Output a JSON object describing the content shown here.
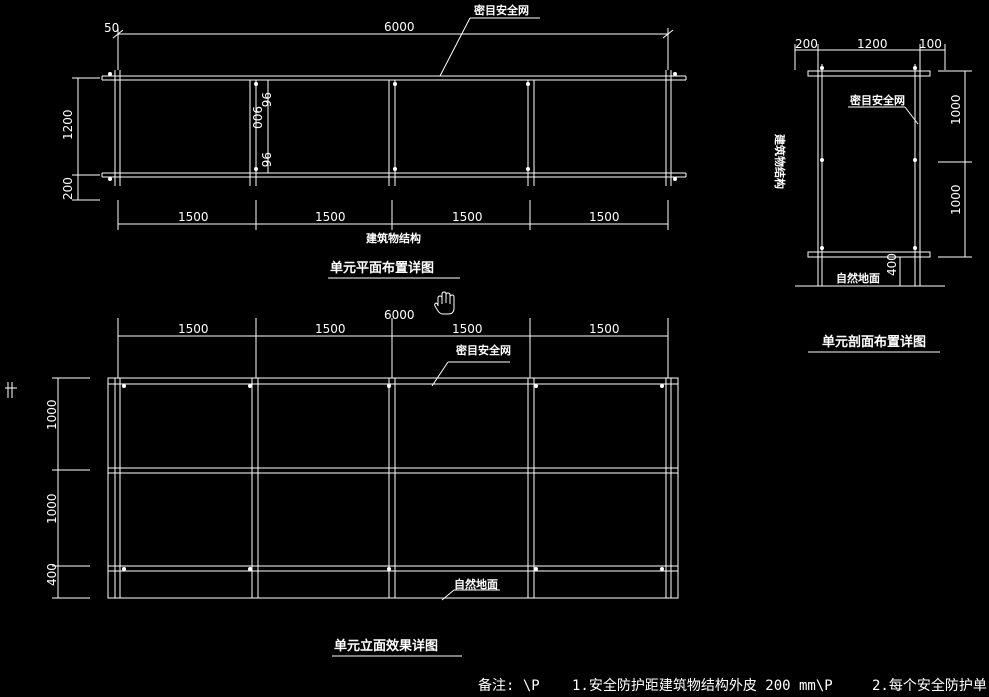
{
  "plan": {
    "dim_top_small": "50",
    "dim_top_total": "6000",
    "label_net": "密目安全网",
    "dim_left_1200": "1200",
    "dim_left_200": "200",
    "dim_inner_96a": "96",
    "dim_inner_900": "900",
    "dim_inner_96b": "96",
    "bottom_dims": [
      "1500",
      "1500",
      "1500",
      "1500"
    ],
    "label_structure": "建筑物结构",
    "title": "单元平面布置详图"
  },
  "section": {
    "dim_200": "200",
    "dim_1200": "1200",
    "dim_100": "100",
    "label_net": "密目安全网",
    "label_building": "建筑物结构",
    "dim_right_1000a": "1000",
    "dim_right_1000b": "1000",
    "dim_400": "400",
    "label_ground": "自然地面",
    "title": "单元剖面布置详图"
  },
  "elevation": {
    "top_dims": [
      "1500",
      "1500",
      "1500",
      "1500"
    ],
    "dim_total": "6000",
    "label_net": "密目安全网",
    "dim_left_1000a": "1000",
    "dim_left_1000b": "1000",
    "dim_left_400": "400",
    "label_ground": "自然地面",
    "title": "单元立面效果详图"
  },
  "notes": {
    "label": "备注: \\P",
    "item1": "1.安全防护距建筑物结构外皮 200 mm\\P",
    "item2": "2.每个安全防护单"
  },
  "icons": {
    "cursor": "hand-cursor-icon",
    "crosshair": "crosshair-icon"
  }
}
